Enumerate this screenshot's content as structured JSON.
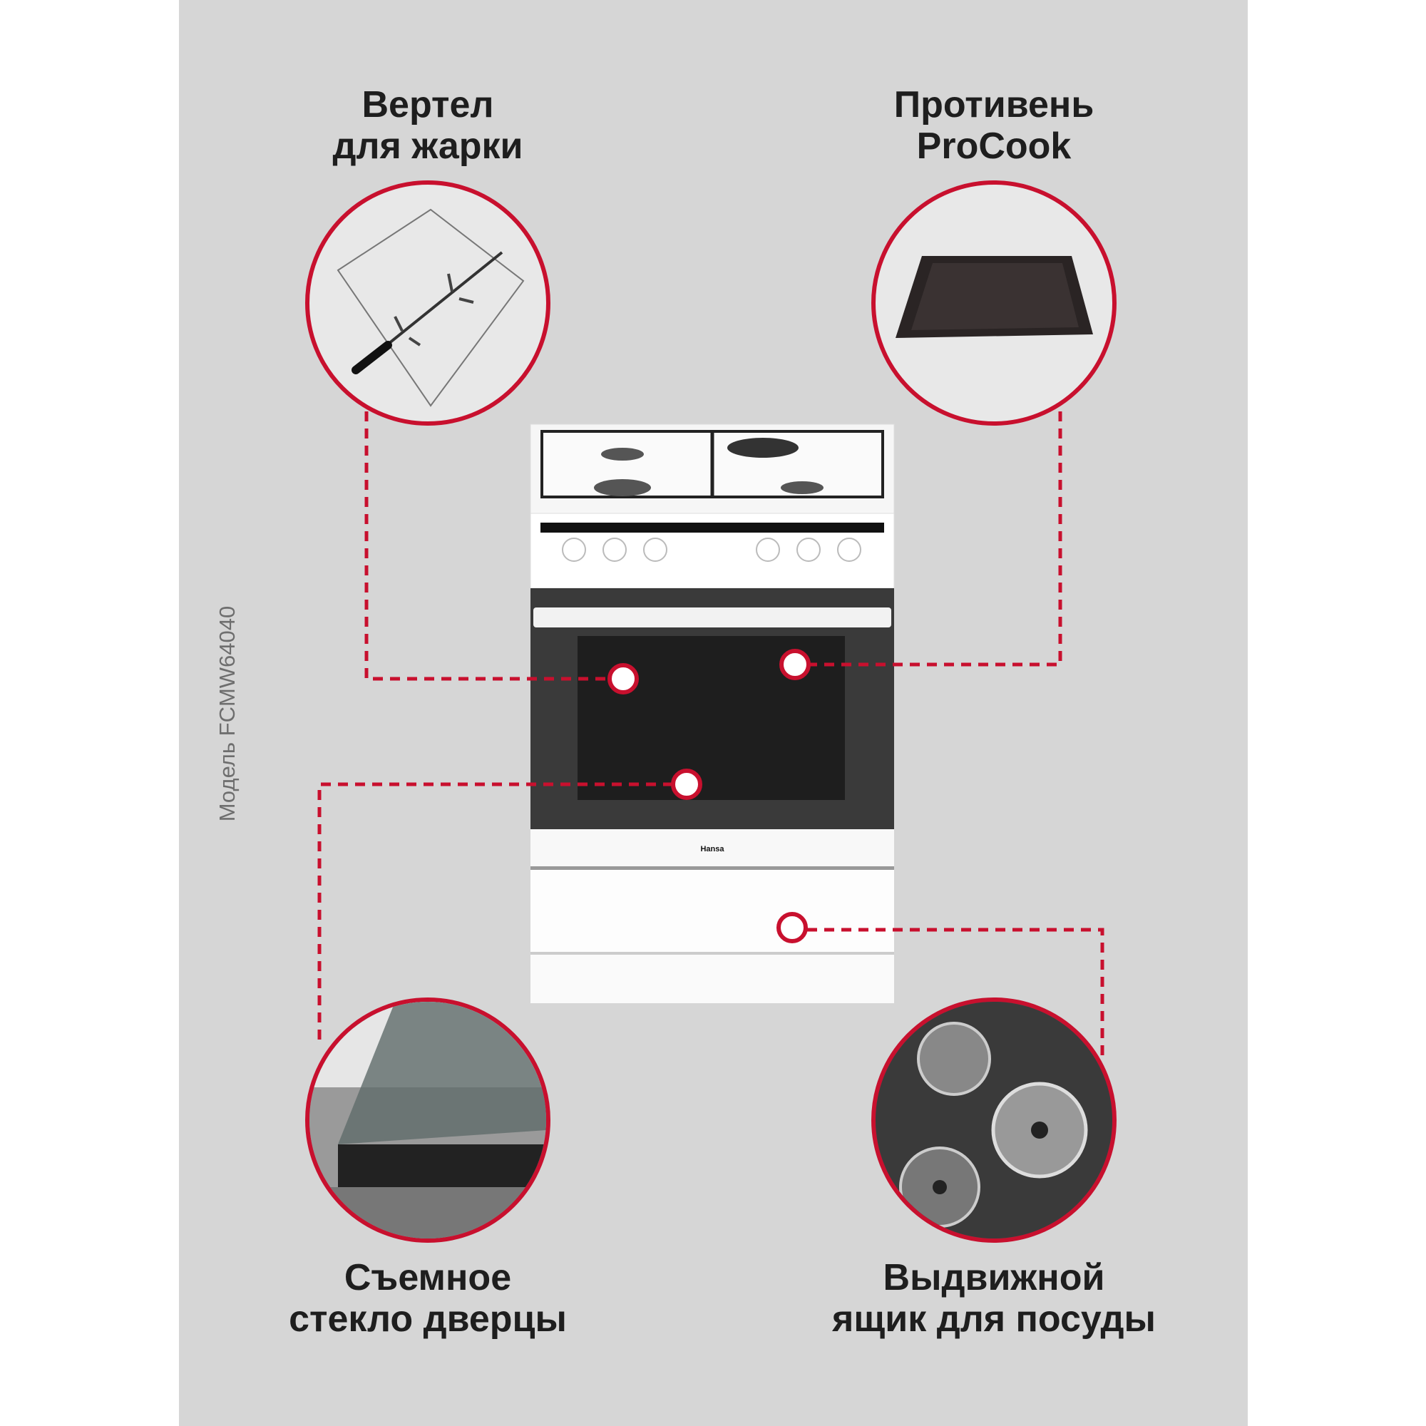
{
  "model_label": "Модель FCMW64040",
  "features": [
    {
      "line1": "Вертел",
      "line2": "для жарки",
      "icon": "rotisserie-spit-icon"
    },
    {
      "line1": "Противень",
      "line2": "ProCook",
      "icon": "baking-tray-icon"
    },
    {
      "line1": "Съемное",
      "line2": "стекло дверцы",
      "icon": "removable-door-glass-icon"
    },
    {
      "line1": "Выдвижной",
      "line2": "ящик для посуды",
      "icon": "storage-drawer-icon"
    }
  ],
  "brand": "Hansa",
  "colors": {
    "accent": "#c8102e",
    "background": "#d6d6d6"
  }
}
